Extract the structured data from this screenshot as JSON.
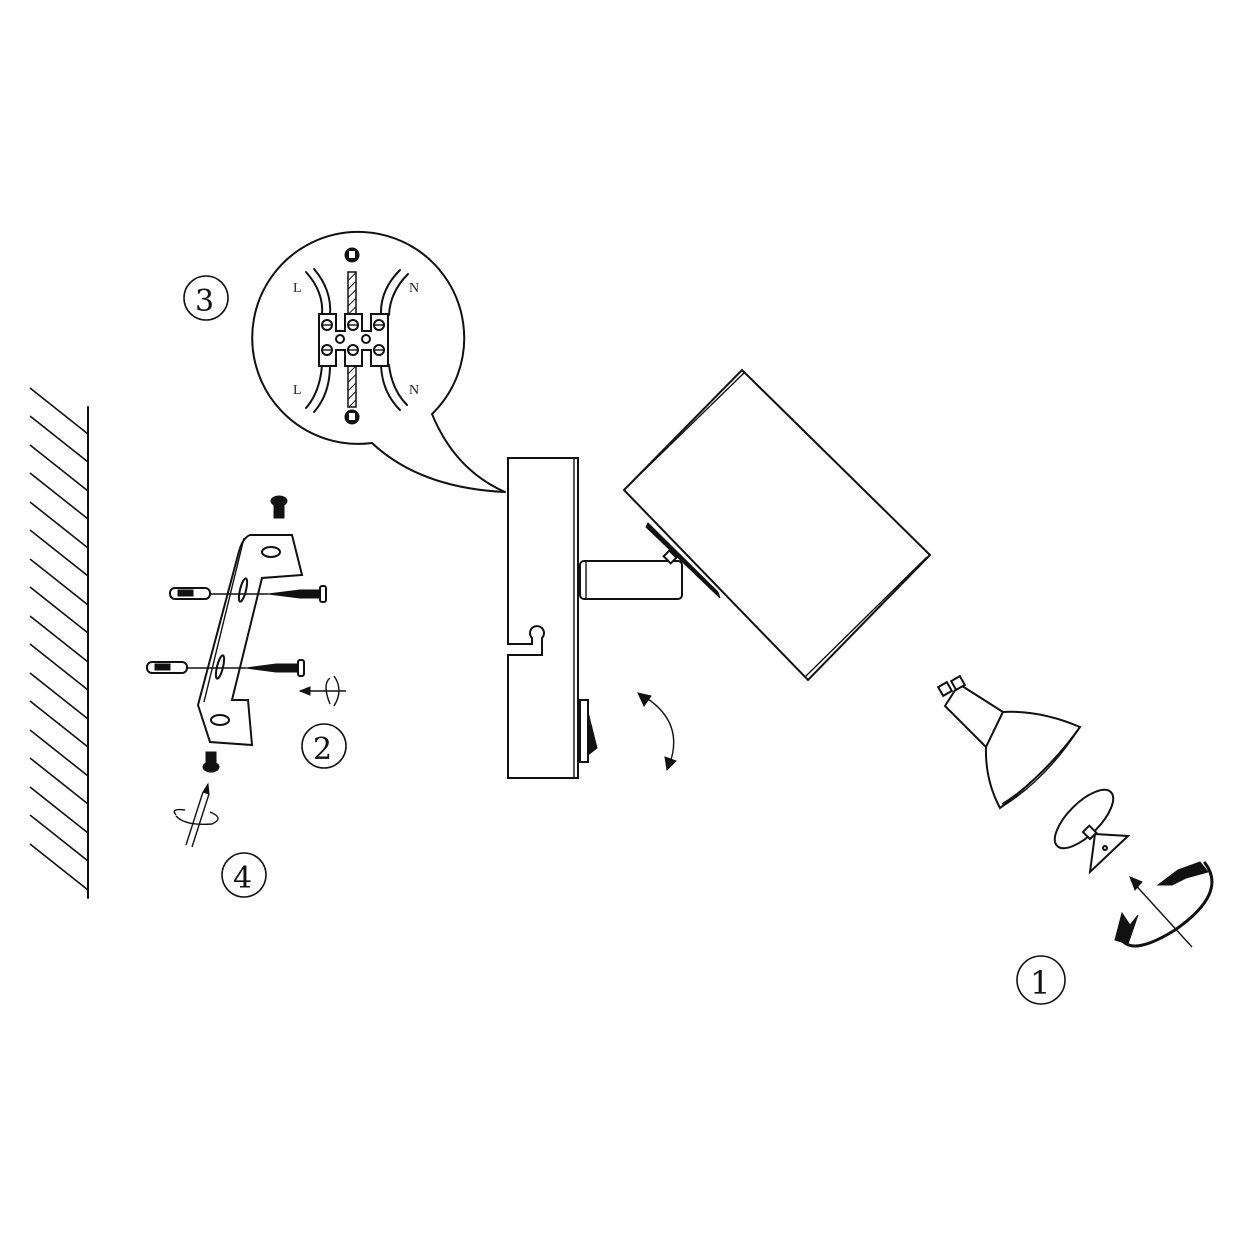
{
  "diagram": {
    "type": "assembly-instructions",
    "subject": "wall spotlight with rocker switch and GU10 bulb",
    "steps": [
      {
        "id": "step-1",
        "label": "①",
        "desc": "insert GU10 bulb, attach reflector disc, twist to lock"
      },
      {
        "id": "step-2",
        "label": "②",
        "desc": "fix mounting bracket to wall with plugs and screws"
      },
      {
        "id": "step-3",
        "label": "③",
        "desc": "connect wires in terminal block"
      },
      {
        "id": "step-4",
        "label": "④",
        "desc": "fix lamp base to bracket with screws"
      }
    ],
    "wiring_labels": {
      "live_in": "L",
      "neutral_in": "N",
      "live_out": "L",
      "neutral_out": "N"
    },
    "colors": {
      "line": "#111111",
      "background": "#ffffff"
    }
  }
}
